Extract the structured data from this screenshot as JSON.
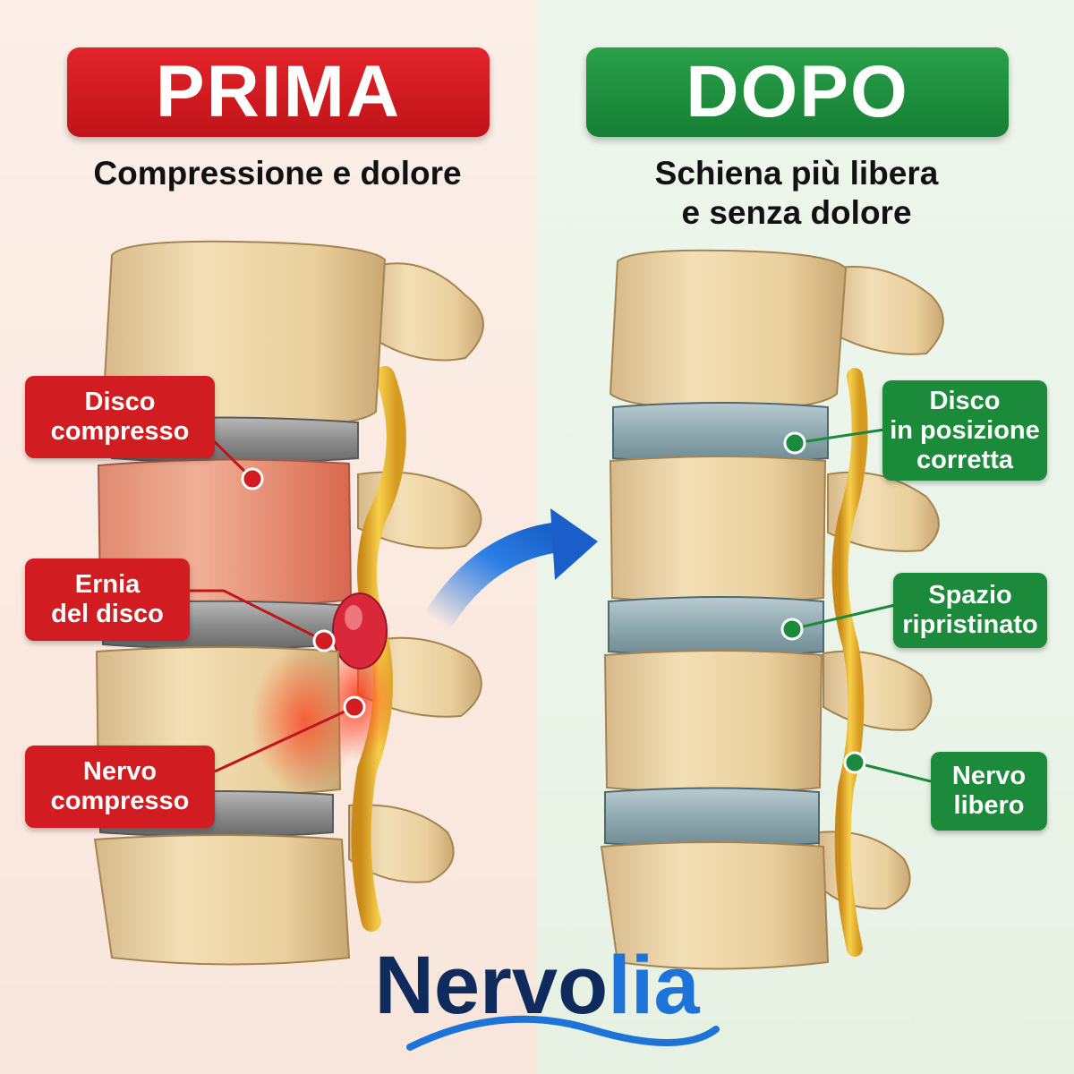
{
  "colors": {
    "before": "#d11d22",
    "after": "#1b8a3a",
    "arrow": "#1e6fd9",
    "brand_dark": "#0f2a5c",
    "brand_light": "#1e73d8"
  },
  "before": {
    "heading": "PRIMA",
    "subtitle": "Compressione e dolore",
    "callouts": [
      {
        "lines": [
          "Disco",
          "compresso"
        ]
      },
      {
        "lines": [
          "Ernia",
          "del disco"
        ]
      },
      {
        "lines": [
          "Nervo",
          "compresso"
        ]
      }
    ]
  },
  "after": {
    "heading": "DOPO",
    "subtitle_lines": [
      "Schiena più libera",
      "e senza dolore"
    ],
    "callouts": [
      {
        "lines": [
          "Disco",
          "in posizione",
          "corretta"
        ]
      },
      {
        "lines": [
          "Spazio",
          "ripristinato"
        ]
      },
      {
        "lines": [
          "Nervo",
          "libero"
        ]
      }
    ]
  },
  "logo": {
    "part1": "Nervo",
    "part2": "lia"
  },
  "icons": {
    "transition": "arrow-right-icon",
    "logo_wave": "wave-icon"
  }
}
